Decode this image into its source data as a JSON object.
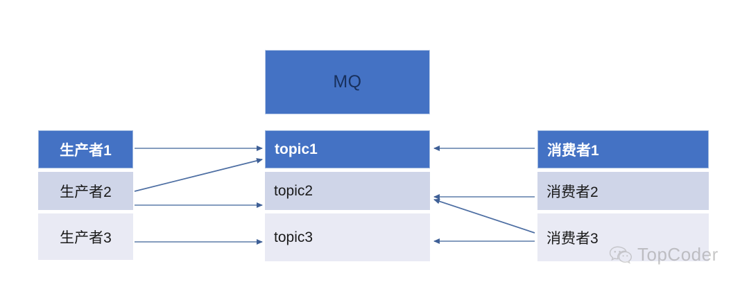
{
  "diagram": {
    "title": "MQ",
    "mq": {
      "label": "MQ",
      "fill": "#4472C4",
      "text_color": "#18305C"
    },
    "columns": {
      "producers": {
        "name": "producers",
        "rows": [
          {
            "label": "生产者1",
            "style": "head"
          },
          {
            "label": "生产者2",
            "style": "mid"
          },
          {
            "label": "生产者3",
            "style": "low"
          }
        ]
      },
      "topics": {
        "name": "topics",
        "rows": [
          {
            "label": "topic1",
            "style": "head"
          },
          {
            "label": "topic2",
            "style": "mid"
          },
          {
            "label": "topic3",
            "style": "low"
          }
        ]
      },
      "consumers": {
        "name": "consumers",
        "rows": [
          {
            "label": "消费者1",
            "style": "head"
          },
          {
            "label": "消费者2",
            "style": "mid"
          },
          {
            "label": "消费者3",
            "style": "low"
          }
        ]
      }
    },
    "connections": [
      {
        "from": "生产者1",
        "to": "topic1",
        "direction": "right"
      },
      {
        "from": "生产者2",
        "to": "topic1",
        "direction": "right"
      },
      {
        "from": "生产者2",
        "to": "topic2",
        "direction": "right"
      },
      {
        "from": "生产者3",
        "to": "topic3",
        "direction": "right"
      },
      {
        "from": "消费者1",
        "to": "topic1",
        "direction": "left"
      },
      {
        "from": "消费者2",
        "to": "topic2",
        "direction": "left"
      },
      {
        "from": "消费者3",
        "to": "topic2",
        "direction": "left"
      },
      {
        "from": "消费者3",
        "to": "topic3",
        "direction": "left"
      }
    ],
    "colors": {
      "accent_blue": "#4472C4",
      "row_mid": "#CFD5E8",
      "row_low": "#E9EAF4",
      "arrow": "#4E6FA3",
      "background": "#FFFFFF"
    }
  },
  "watermark": {
    "text": "TopCoder",
    "icon": "wechat-icon"
  }
}
